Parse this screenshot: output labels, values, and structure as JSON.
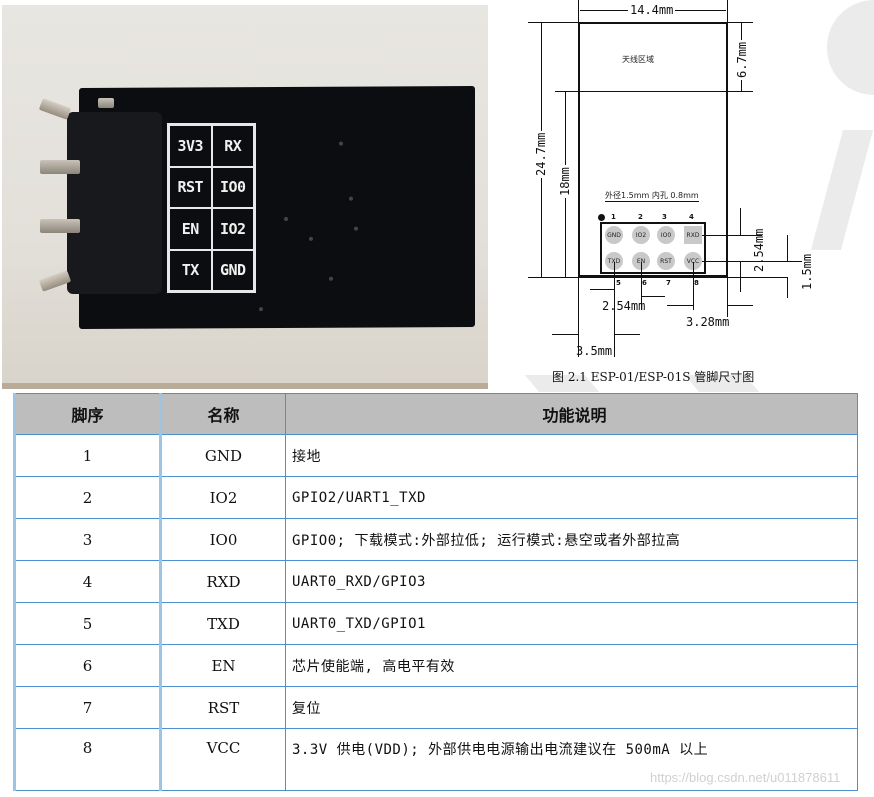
{
  "photo": {
    "subject": "ESP-01S module back side",
    "silkscreen_labels": [
      [
        "3V3",
        "RX"
      ],
      [
        "RST",
        "IO0"
      ],
      [
        "EN",
        "IO2"
      ],
      [
        "TX",
        "GND"
      ]
    ]
  },
  "diagram": {
    "width_dim": "14.4mm",
    "height_dim": "24.7mm",
    "lower_height_dim": "18mm",
    "antenna_dim": "6.7mm",
    "antenna_label": "天线区域",
    "hole_note": "外径1.5mm  内孔 0.8mm",
    "pitch_v_dim": "2.54mm",
    "bottom_offset_dim": "1.5mm",
    "pitch_h_dim": "2.54mm",
    "right_offset_dim": "3.28mm",
    "left_offset_dim": "3.5mm",
    "top_pin_numbers": [
      "1",
      "2",
      "3",
      "4"
    ],
    "bottom_pin_numbers": [
      "5",
      "6",
      "7",
      "8"
    ],
    "top_pads": [
      "GND",
      "IO2",
      "IO0",
      "RXD"
    ],
    "bottom_pads": [
      "TXD",
      "EN",
      "RST",
      "VCC"
    ],
    "caption": "图 2.1    ESP-01/ESP-01S  管脚尺寸图"
  },
  "table": {
    "headers": [
      "脚序",
      "名称",
      "功能说明"
    ],
    "rows": [
      {
        "no": "1",
        "name": "GND",
        "func": "接地"
      },
      {
        "no": "2",
        "name": "IO2",
        "func": "GPIO2/UART1_TXD"
      },
      {
        "no": "3",
        "name": "IO0",
        "func": "GPIO0; 下载模式:外部拉低; 运行模式:悬空或者外部拉高"
      },
      {
        "no": "4",
        "name": "RXD",
        "func": "UART0_RXD/GPIO3"
      },
      {
        "no": "5",
        "name": "TXD",
        "func": "UART0_TXD/GPIO1"
      },
      {
        "no": "6",
        "name": "EN",
        "func": "芯片使能端, 高电平有效"
      },
      {
        "no": "7",
        "name": "RST",
        "func": "复位"
      },
      {
        "no": "8",
        "name": "VCC",
        "func": "3.3V 供电(VDD); 外部供电电源输出电流建议在 500mA 以上"
      }
    ]
  },
  "watermark": "https://blog.csdn.net/u011878611",
  "colors": {
    "table_border": "#4b90cf",
    "table_header_bg": "#bdbdbd",
    "pcb": "#0c0d10",
    "pad": "#c9c9c9"
  }
}
